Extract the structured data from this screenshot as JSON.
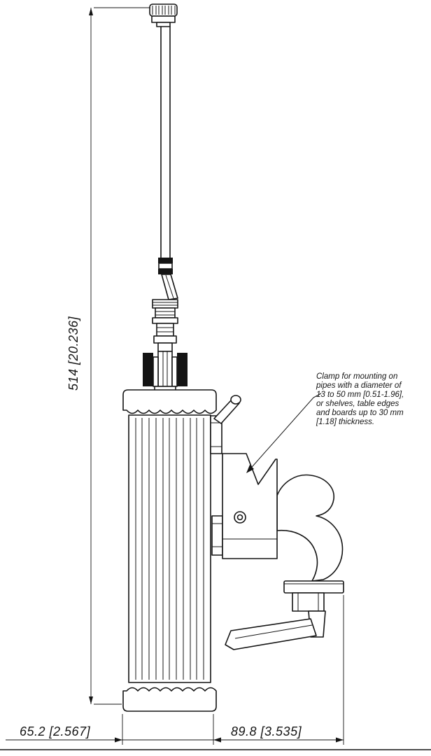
{
  "drawing": {
    "colors": {
      "line": "#141414",
      "background": "#ffffff"
    },
    "dimensions": {
      "height": "514 [20.236]",
      "width_left": "65.2 [2.567]",
      "width_right": "89.8 [3.535]"
    },
    "annotation": {
      "lines": [
        "Clamp for mounting on",
        "pipes with a diameter of",
        "13 to 50 mm [0.51-1.96],",
        "or shelves, table edges",
        "and boards up to 30 mm",
        "[1.18] thickness."
      ]
    }
  }
}
